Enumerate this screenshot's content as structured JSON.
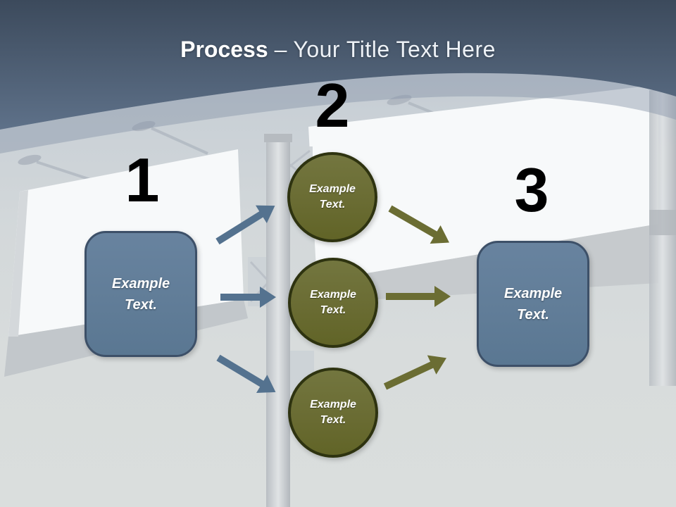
{
  "slide": {
    "title": {
      "emphasis": "Process",
      "separator": "–",
      "rest": "Your Title Text Here"
    },
    "steps": {
      "one": {
        "number": "1",
        "label": "Example Text."
      },
      "two": {
        "number": "2",
        "items": [
          "Example Text.",
          "Example Text.",
          "Example Text."
        ]
      },
      "three": {
        "number": "3",
        "label": "Example Text."
      }
    },
    "colors": {
      "header_top": "#3c4a5c",
      "header_bottom": "#5e7189",
      "box_fill": "#617d98",
      "box_border": "#3d5068",
      "circle_fill": "#6a6c33",
      "circle_border": "#2e3310",
      "arrow_blue": "#54728f",
      "arrow_olive": "#6b6d33",
      "number_color": "#000000",
      "title_color": "#ffffff"
    }
  }
}
